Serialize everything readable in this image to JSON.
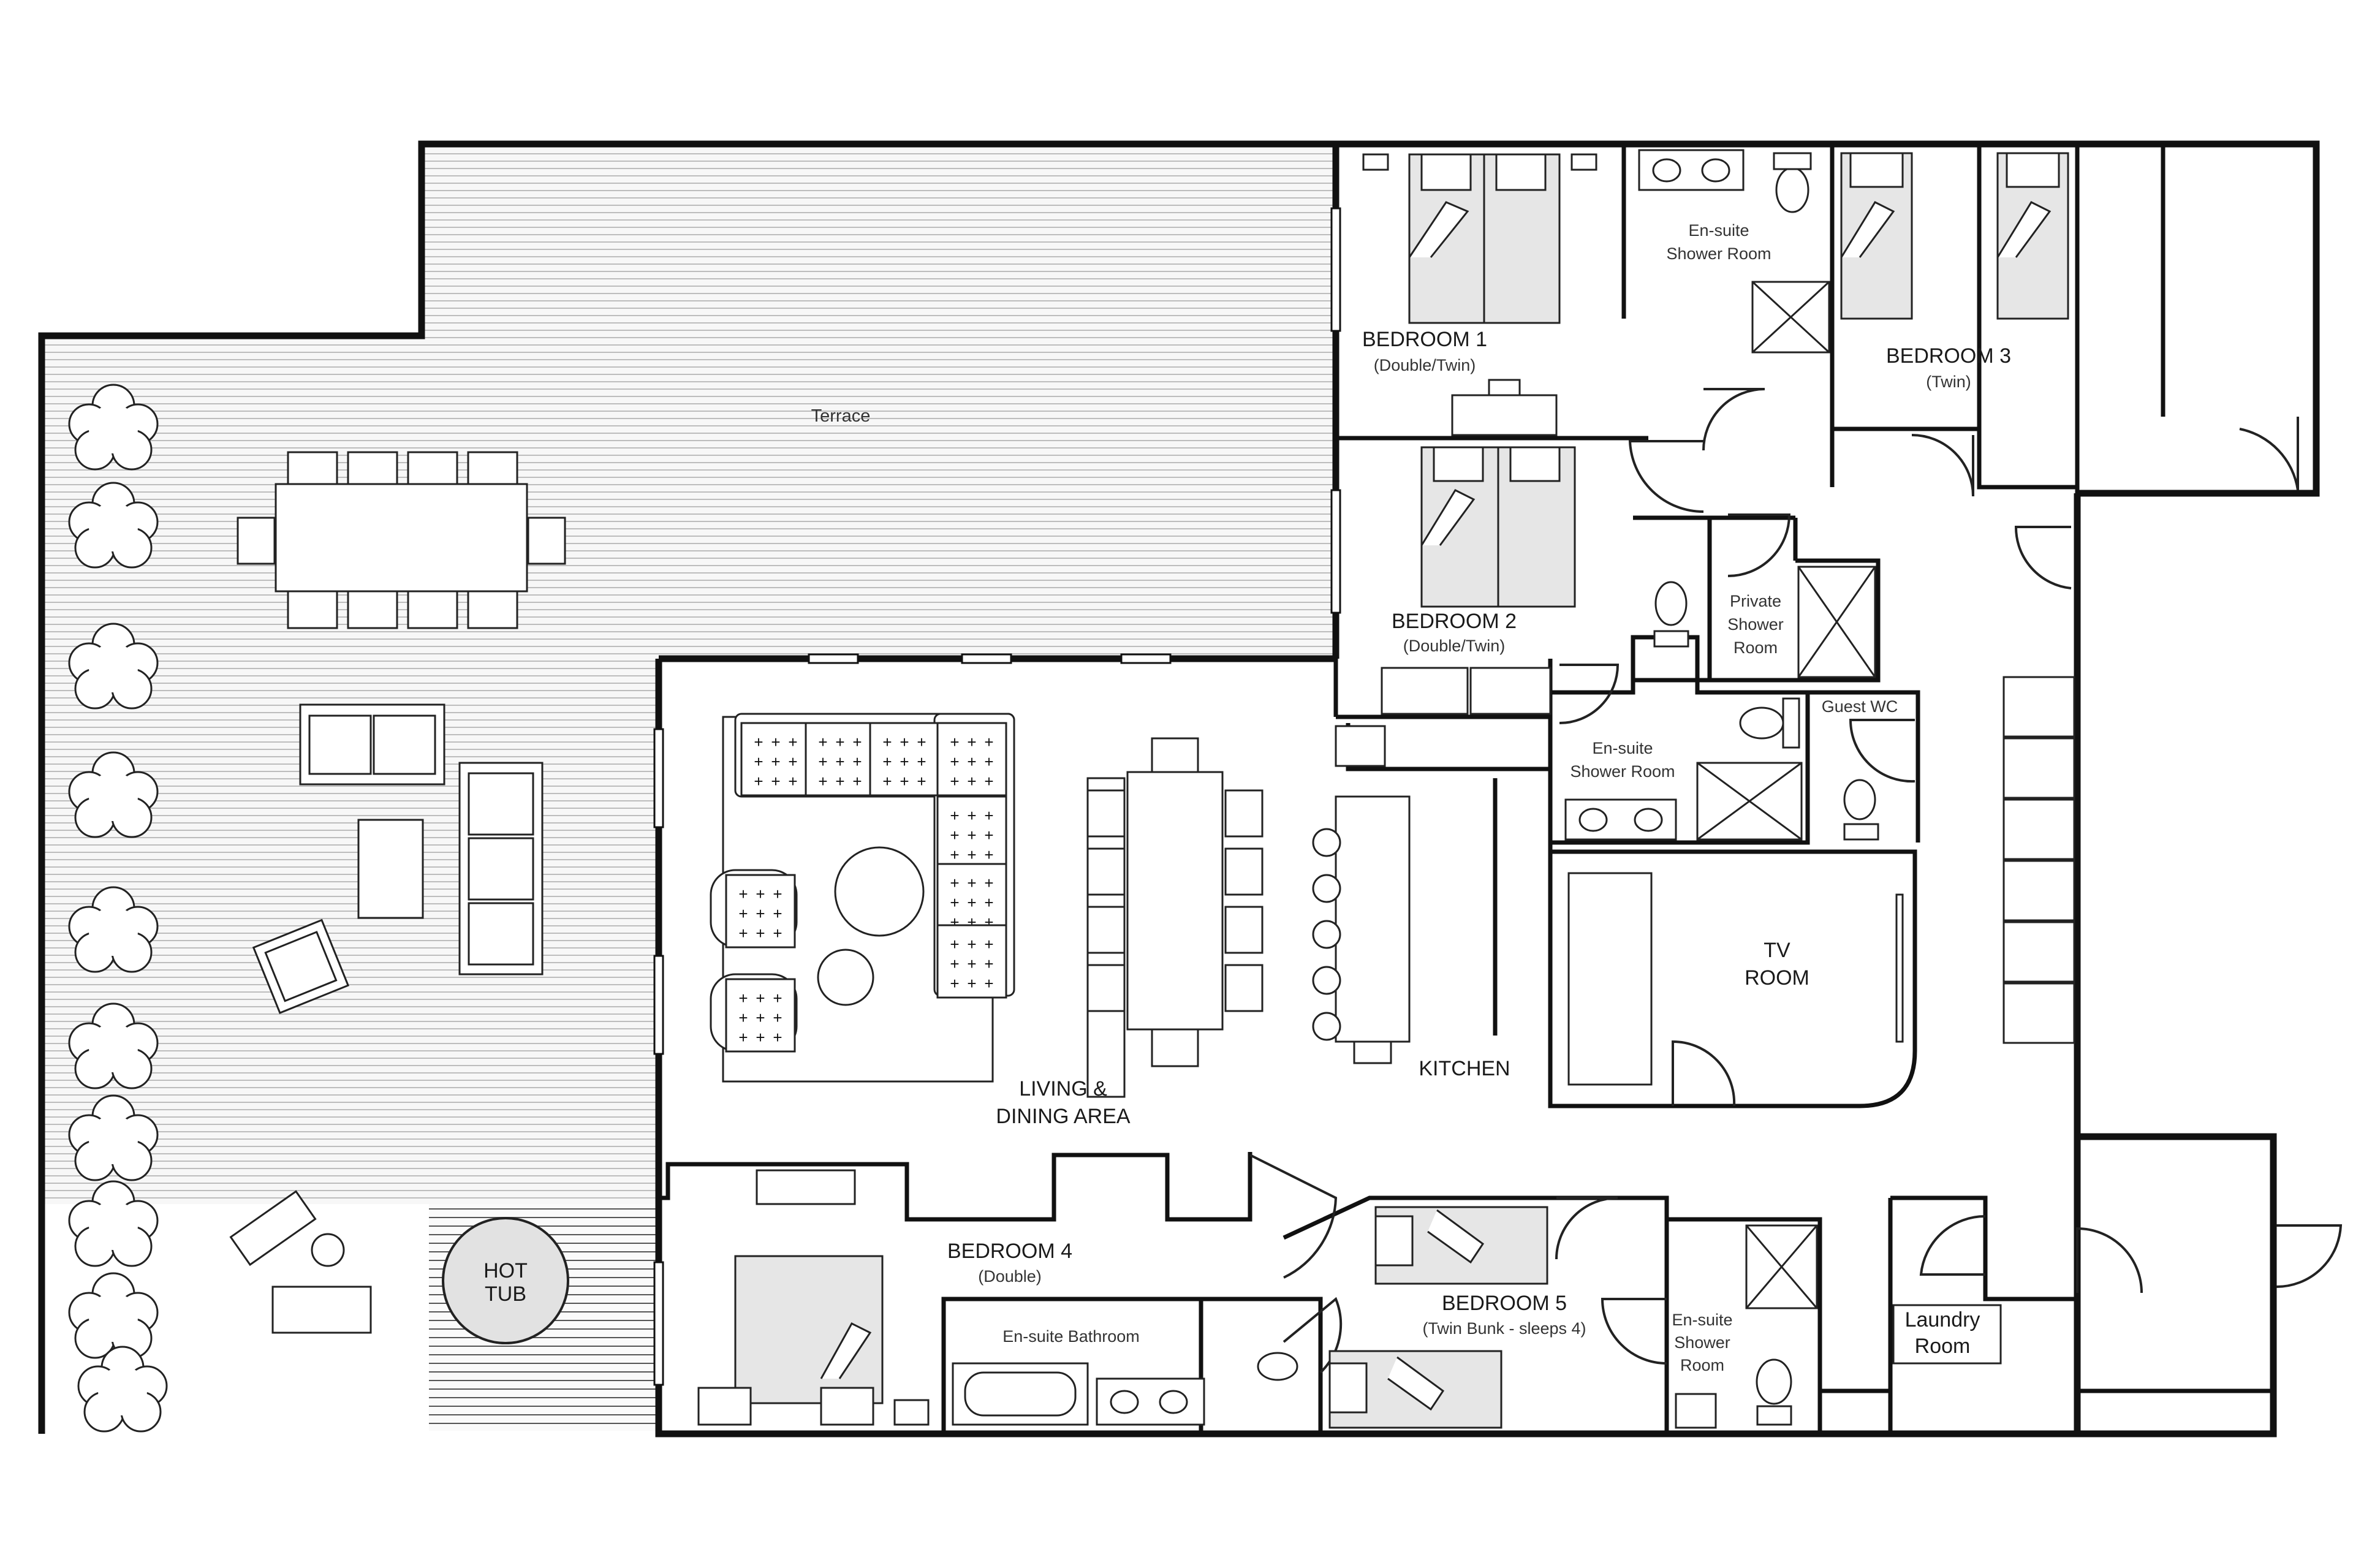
{
  "plan": {
    "terrace": "Terrace",
    "hot_tub": [
      "HOT",
      "TUB"
    ],
    "bedroom1": {
      "name": "BEDROOM 1",
      "type": "(Double/Twin)"
    },
    "ensuite_shower_1": [
      "En-suite",
      "Shower Room"
    ],
    "bedroom3": {
      "name": "BEDROOM 3",
      "type": "(Twin)"
    },
    "bedroom2": {
      "name": "BEDROOM 2",
      "type": "(Double/Twin)"
    },
    "private_shower": [
      "Private",
      "Shower",
      "Room"
    ],
    "guest_wc": "Guest WC",
    "ensuite_shower_2": [
      "En-suite",
      "Shower Room"
    ],
    "tv_room": [
      "TV",
      "ROOM"
    ],
    "kitchen": "KITCHEN",
    "living": [
      "LIVING &",
      "DINING AREA"
    ],
    "bedroom4": {
      "name": "BEDROOM 4",
      "type": "(Double)"
    },
    "ensuite_bath": "En-suite Bathroom",
    "bedroom5": {
      "name": "BEDROOM 5",
      "type": "(Twin Bunk - sleeps 4)"
    },
    "ensuite_shower_3": [
      "En-suite",
      "Shower",
      "Room"
    ],
    "laundry": [
      "Laundry",
      "Room"
    ]
  }
}
